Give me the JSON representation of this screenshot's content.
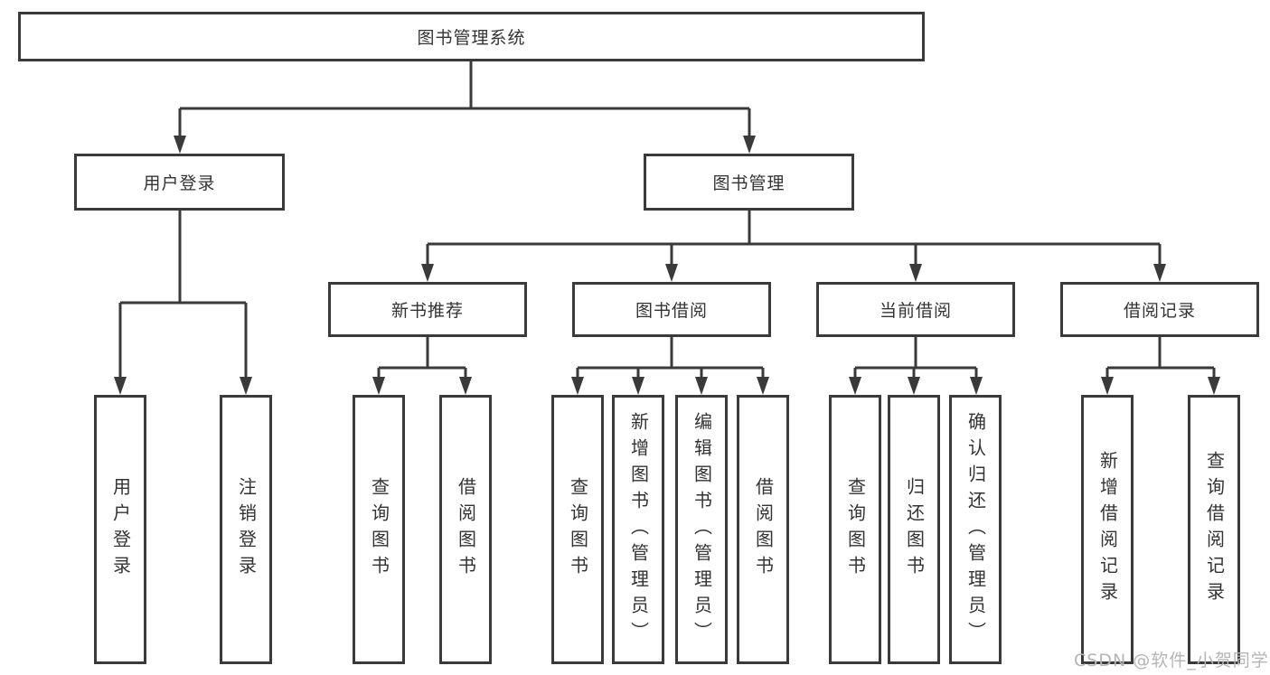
{
  "diagram": {
    "title": "图书管理系统",
    "level2": {
      "user_login": "用户登录",
      "book_mgmt": "图书管理"
    },
    "level3": {
      "new_books": "新书推荐",
      "book_borrow": "图书借阅",
      "current_borrow": "当前借阅",
      "borrow_records": "借阅记录"
    },
    "leaves": {
      "user_login": [
        "用户登录",
        "注销登录"
      ],
      "new_books": [
        "查询图书",
        "借阅图书"
      ],
      "book_borrow": [
        "查询图书",
        "新增图书（管理员）",
        "编辑图书（管理员）",
        "借阅图书"
      ],
      "current_borrow": [
        "查询图书",
        "归还图书",
        "确认归还（管理员）"
      ],
      "borrow_records": [
        "新增借阅记录",
        "查询借阅记录"
      ]
    }
  },
  "watermark": "CSDN @软件_小贺同学",
  "colors": {
    "line": "#3a3a3a",
    "border": "#3a3a3a",
    "text": "#333333",
    "watermark": "#b5b5b5",
    "background": "#ffffff"
  }
}
